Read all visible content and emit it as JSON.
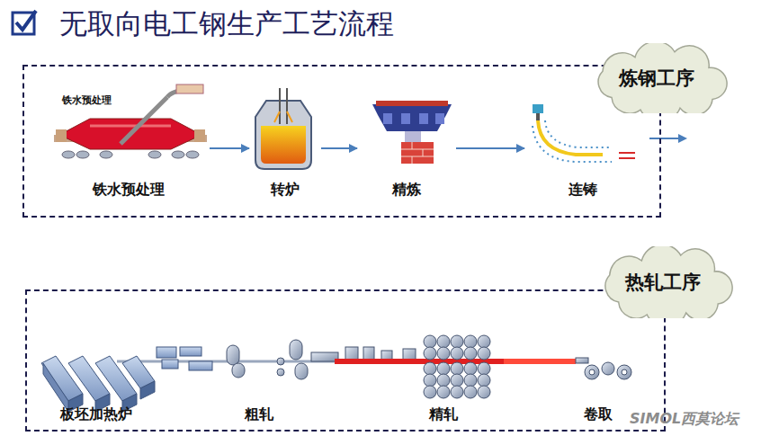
{
  "diagram": {
    "title": "无取向电工钢生产工艺流程",
    "nodes": [
      {
        "text": [
          "炼钢工序"
        ]
      },
      {
        "text": [
          "铁水预处理",
          "铁水预处理"
        ],
        "in": 0
      },
      {
        "text": [
          "转炉"
        ],
        "in": 0
      },
      {
        "text": [
          "精炼"
        ],
        "in": 0
      },
      {
        "text": [
          "连铸"
        ],
        "in": 0
      },
      {
        "text": [
          "热轧工序"
        ]
      },
      {
        "text": [
          "板坯加热炉"
        ],
        "in": 5
      },
      {
        "text": [
          "粗轧"
        ],
        "in": 5
      },
      {
        "text": [
          "精轧"
        ],
        "in": 5
      },
      {
        "text": [
          "卷取"
        ],
        "in": 5
      }
    ],
    "edges": [
      {
        "from": 1,
        "to": 2,
        "arrow": "to"
      },
      {
        "from": 2,
        "to": 3,
        "arrow": "to"
      },
      {
        "from": 3,
        "to": 4,
        "arrow": "to"
      }
    ],
    "labels": [
      "SIMOL西莫论坛"
    ]
  }
}
